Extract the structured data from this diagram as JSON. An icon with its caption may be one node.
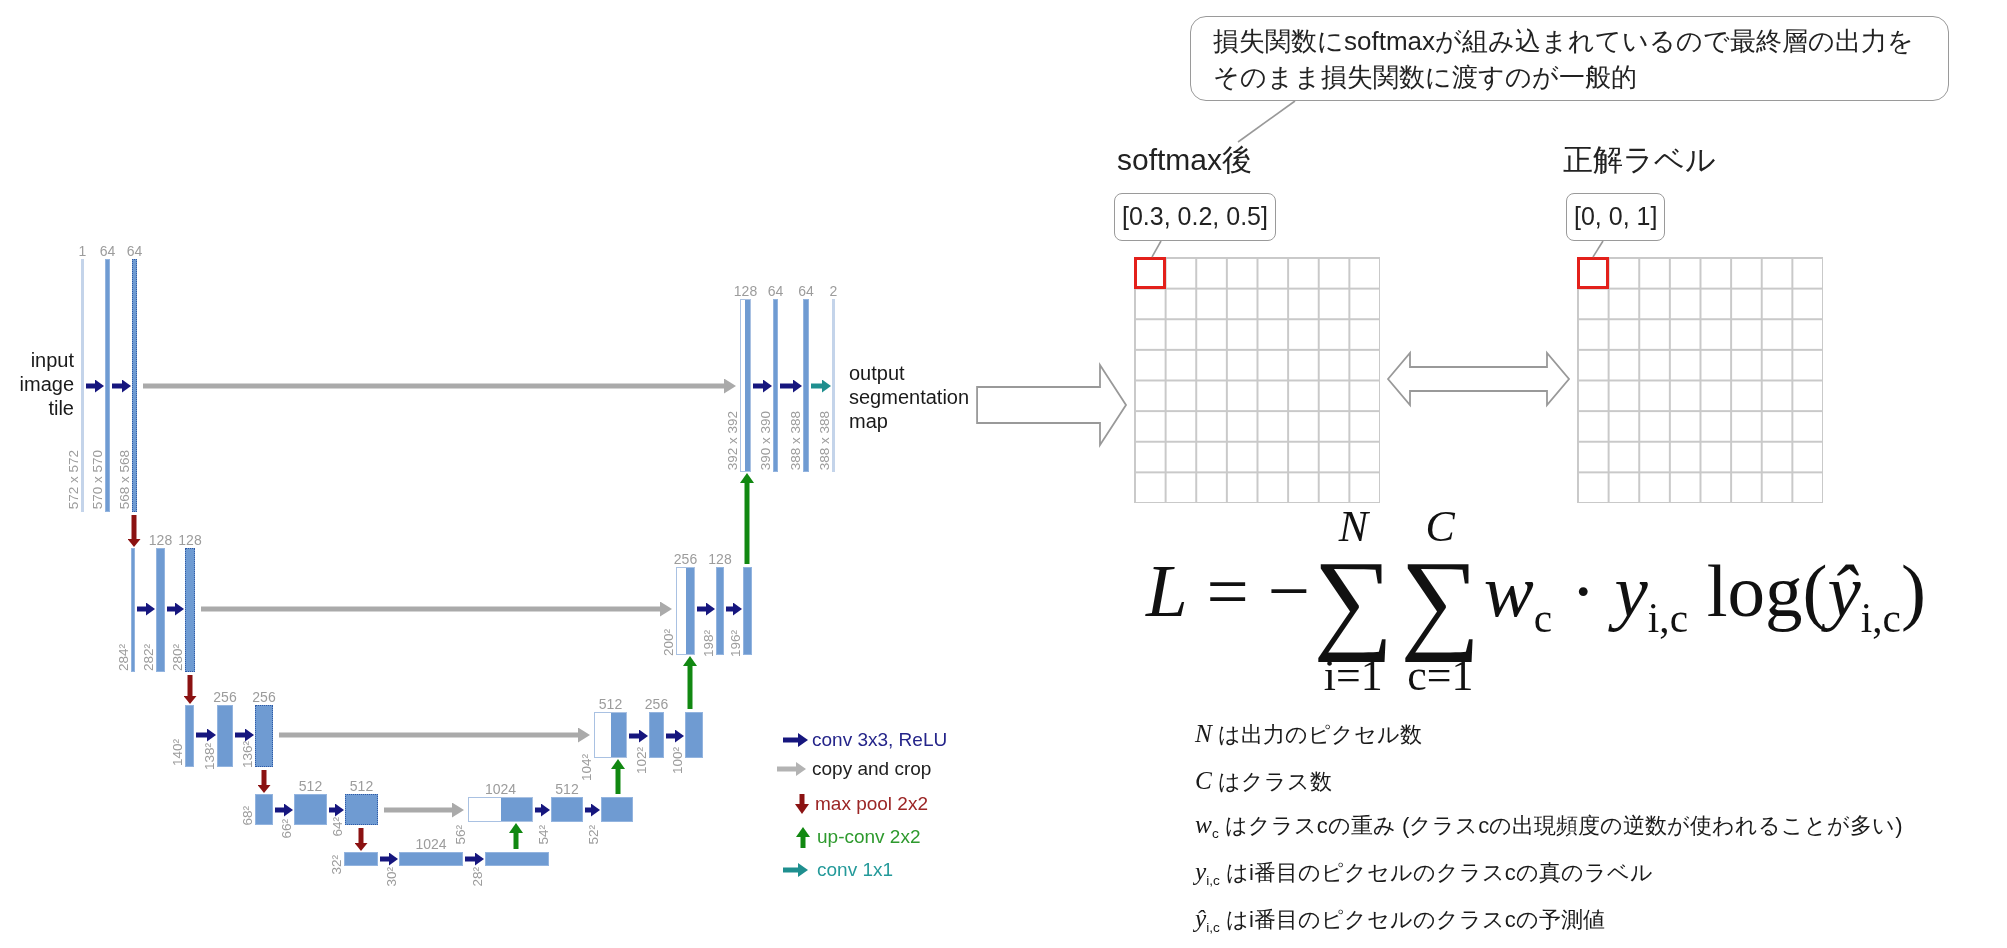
{
  "diagram": {
    "nodes": [
      {
        "text": [
          "1"
        ],
        "beside": [
          "input image tile",
          "572 x 572"
        ]
      },
      {
        "text": [
          "64"
        ],
        "beside": [
          "570 x 570"
        ]
      },
      {
        "text": [
          "64"
        ],
        "beside": [
          "568 x 568"
        ]
      },
      {
        "text": [],
        "shape": "bar",
        "beside": [
          "284²"
        ]
      },
      {
        "text": [
          "128"
        ],
        "beside": [
          "282²"
        ]
      },
      {
        "text": [
          "128"
        ],
        "beside": [
          "280²"
        ]
      },
      {
        "text": [],
        "shape": "bar",
        "beside": [
          "140²"
        ]
      },
      {
        "text": [
          "256"
        ],
        "beside": [
          "138²"
        ]
      },
      {
        "text": [
          "256"
        ],
        "beside": [
          "136²"
        ]
      },
      {
        "text": [],
        "shape": "bar",
        "beside": [
          "68²"
        ]
      },
      {
        "text": [
          "512"
        ],
        "beside": [
          "66²"
        ]
      },
      {
        "text": [
          "512"
        ],
        "beside": [
          "64²"
        ]
      },
      {
        "text": [],
        "shape": "bar",
        "beside": [
          "32²"
        ]
      },
      {
        "text": [
          "1024"
        ],
        "beside": [
          "30²"
        ]
      },
      {
        "text": [],
        "shape": "bar",
        "beside": [
          "28²"
        ]
      },
      {
        "text": [
          "1024"
        ],
        "beside": [
          "56²"
        ]
      },
      {
        "text": [
          "512"
        ],
        "beside": [
          "54²"
        ]
      },
      {
        "text": [],
        "shape": "bar",
        "beside": [
          "52²"
        ]
      },
      {
        "text": [
          "512"
        ],
        "beside": [
          "104²"
        ]
      },
      {
        "text": [
          "256"
        ],
        "beside": [
          "102²"
        ]
      },
      {
        "text": [],
        "shape": "bar",
        "beside": [
          "100²"
        ]
      },
      {
        "text": [
          "256"
        ],
        "beside": [
          "200²"
        ]
      },
      {
        "text": [
          "128"
        ],
        "beside": [
          "198²"
        ]
      },
      {
        "text": [],
        "shape": "bar",
        "beside": [
          "196²"
        ]
      },
      {
        "text": [
          "128"
        ],
        "beside": [
          "392 x 392"
        ]
      },
      {
        "text": [
          "64"
        ],
        "beside": [
          "390 x 390"
        ]
      },
      {
        "text": [
          "64"
        ],
        "beside": [
          "388 x 388"
        ]
      },
      {
        "text": [
          "2"
        ],
        "beside": [
          "388 x 388"
        ]
      },
      {
        "text": [
          "output segmentation map"
        ]
      },
      {
        "text": [
          "損失関数にsoftmaxが組み込まれているので最終層の出力をそのまま損失関数に渡すのが一般的"
        ]
      },
      {
        "text": [
          "softmax後"
        ]
      },
      {
        "text": [
          "[0.3, 0.2, 0.5]"
        ]
      },
      {
        "text": [],
        "shape": "grid"
      },
      {
        "text": [],
        "shape": "box",
        "in": 32
      },
      {
        "text": [
          "正解ラベル"
        ]
      },
      {
        "text": [
          "[0, 0, 1]"
        ]
      },
      {
        "text": [],
        "shape": "grid"
      },
      {
        "text": [],
        "shape": "box",
        "in": 36
      }
    ],
    "edges": [
      {
        "from": 0,
        "to": 1,
        "arrow": "to"
      },
      {
        "from": 1,
        "to": 2,
        "arrow": "to"
      },
      {
        "from": 2,
        "to": 24,
        "arrow": "to",
        "color": "#aaaaaa"
      },
      {
        "from": 2,
        "to": 3,
        "arrow": "to",
        "color": "#8b1212"
      },
      {
        "from": 3,
        "to": 4,
        "arrow": "to"
      },
      {
        "from": 4,
        "to": 5,
        "arrow": "to"
      },
      {
        "from": 5,
        "to": 21,
        "arrow": "to",
        "color": "#aaaaaa"
      },
      {
        "from": 5,
        "to": 6,
        "arrow": "to",
        "color": "#8b1212"
      },
      {
        "from": 6,
        "to": 7,
        "arrow": "to"
      },
      {
        "from": 7,
        "to": 8,
        "arrow": "to"
      },
      {
        "from": 8,
        "to": 18,
        "arrow": "to",
        "color": "#aaaaaa"
      },
      {
        "from": 8,
        "to": 9,
        "arrow": "to",
        "color": "#8b1212"
      },
      {
        "from": 9,
        "to": 10,
        "arrow": "to"
      },
      {
        "from": 10,
        "to": 11,
        "arrow": "to"
      },
      {
        "from": 11,
        "to": 15,
        "arrow": "to",
        "color": "#aaaaaa"
      },
      {
        "from": 11,
        "to": 12,
        "arrow": "to",
        "color": "#8b1212"
      },
      {
        "from": 12,
        "to": 13,
        "arrow": "to"
      },
      {
        "from": 13,
        "to": 14,
        "arrow": "to"
      },
      {
        "from": 14,
        "to": 15,
        "arrow": "to",
        "color": "#118811"
      },
      {
        "from": 15,
        "to": 16,
        "arrow": "to"
      },
      {
        "from": 16,
        "to": 17,
        "arrow": "to"
      },
      {
        "from": 17,
        "to": 18,
        "arrow": "to",
        "color": "#118811"
      },
      {
        "from": 18,
        "to": 19,
        "arrow": "to"
      },
      {
        "from": 19,
        "to": 20,
        "arrow": "to"
      },
      {
        "from": 20,
        "to": 21,
        "arrow": "to",
        "color": "#118811"
      },
      {
        "from": 21,
        "to": 22,
        "arrow": "to"
      },
      {
        "from": 22,
        "to": 23,
        "arrow": "to"
      },
      {
        "from": 23,
        "to": 24,
        "arrow": "to",
        "color": "#118811"
      },
      {
        "from": 24,
        "to": 25,
        "arrow": "to"
      },
      {
        "from": 25,
        "to": 26,
        "arrow": "to"
      },
      {
        "from": 26,
        "to": 27,
        "arrow": "to",
        "color": "#1f8f8f"
      },
      {
        "from": 28,
        "to": 32,
        "arrow": "to",
        "color": "#999999"
      },
      {
        "from": 32,
        "to": 36,
        "arrow": "both",
        "color": "#999999"
      },
      {
        "from": 29,
        "to": 30,
        "arrow": "none",
        "color": "#999999"
      },
      {
        "from": 31,
        "to": 33,
        "arrow": "none",
        "color": "#999999"
      },
      {
        "from": 35,
        "to": 37,
        "arrow": "none",
        "color": "#999999"
      }
    ],
    "labels": [
      "*L* = −∑$_{i=1}$$^{N}$∑$_{c=1}$$^{C}$*w*$_{c}$ · *y*$_{i,c}$ log(*ŷ*$_{i,c}$)",
      "*N* は出力のピクセル数",
      "*C* はクラス数",
      "*w*$_{c}$ はクラスcの重み (クラスcの出現頻度の逆数が使われることが多い)",
      "*y*$_{i,c}$ はi番目のピクセルのクラスcの真のラベル",
      "*ŷ*$_{i,c}$ はi番目のピクセルのクラスcの予測値"
    ],
    "legend": [
      {
        "text": "conv 3x3, ReLU"
      },
      {
        "text": "copy and crop"
      },
      {
        "text": "max pool 2x2"
      },
      {
        "text": "up-conv 2x2"
      },
      {
        "text": "conv 1x1"
      }
    ]
  }
}
